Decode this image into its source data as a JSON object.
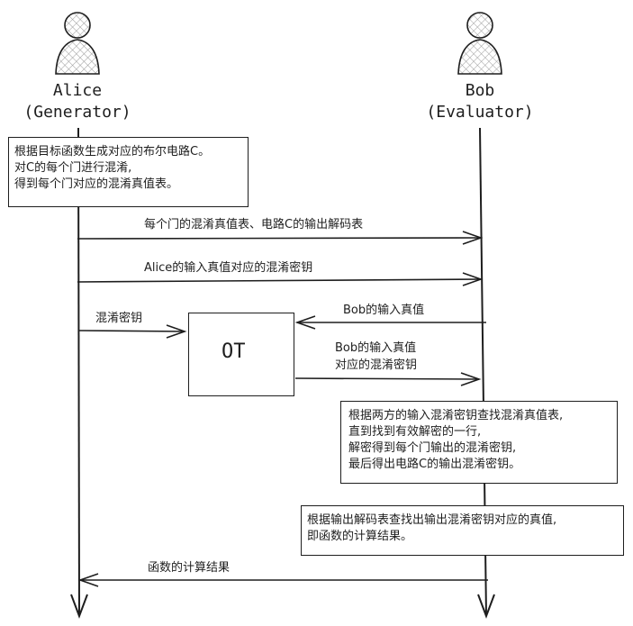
{
  "actors": {
    "alice": {
      "name": "Alice",
      "role": "(Generator)"
    },
    "bob": {
      "name": "Bob",
      "role": "(Evaluator)"
    }
  },
  "notes": {
    "alice_setup": [
      "根据目标函数生成对应的布尔电路C。",
      "对C的每个门进行混淆,",
      "得到每个门对应的混淆真值表。"
    ],
    "bob_decrypt": [
      "根据两方的输入混淆密钥查找混淆真值表,",
      "直到找到有效解密的一行,",
      "解密得到每个门输出的混淆密钥,",
      "最后得出电路C的输出混淆密钥。"
    ],
    "bob_result": [
      "根据输出解码表查找出输出混淆密钥对应的真值,",
      "即函数的计算结果。"
    ]
  },
  "messages": {
    "tables": "每个门的混淆真值表、电路C的输出解码表",
    "alice_keys": "Alice的输入真值对应的混淆密钥",
    "obfuscated_keys": "混淆密钥",
    "bob_input": "Bob的输入真值",
    "bob_keys_line1": "Bob的输入真值",
    "bob_keys_line2": "对应的混淆密钥",
    "result": "函数的计算结果"
  },
  "ot_label": "OT"
}
